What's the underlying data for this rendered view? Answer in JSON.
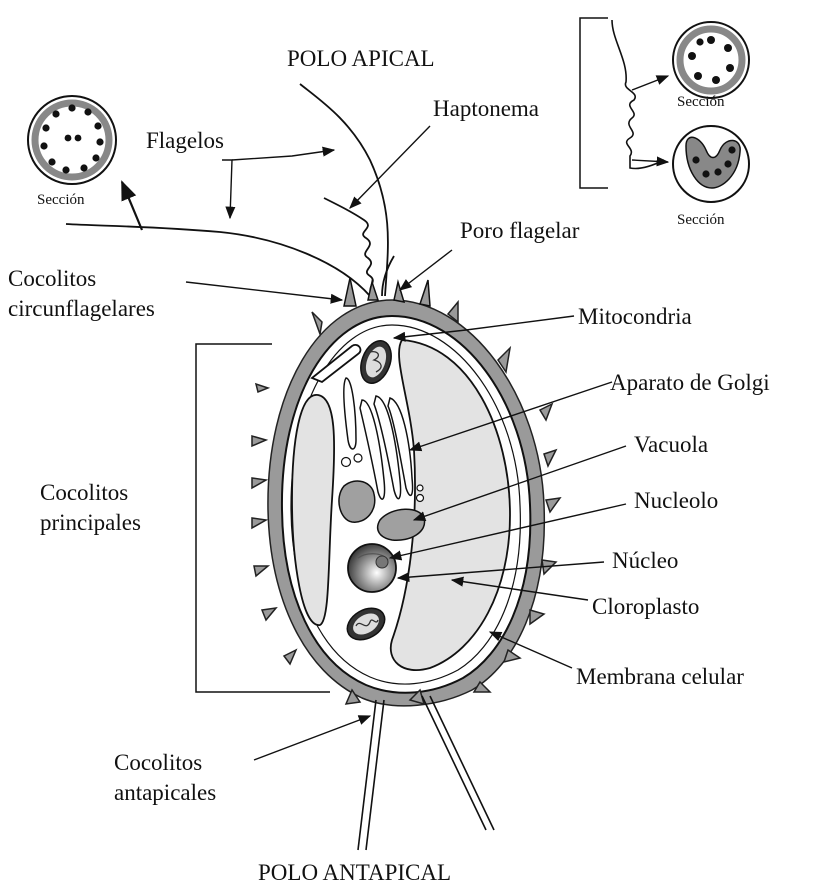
{
  "labels": {
    "polo_apical": "POLO APICAL",
    "polo_antapical": "POLO ANTAPICAL",
    "haptonema": "Haptonema",
    "flagelos": "Flagelos",
    "poro_flagelar": "Poro flagelar",
    "cocolitos_circ_1": "Cocolitos",
    "cocolitos_circ_2": "circunflagelares",
    "mitocondria": "Mitocondria",
    "aparato_golgi": "Aparato de Golgi",
    "vacuola": "Vacuola",
    "nucleolo": "Nucleolo",
    "nucleo": "Núcleo",
    "cloroplasto": "Cloroplasto",
    "membrana": "Membrana celular",
    "cocolitos_pr_1": "Cocolitos",
    "cocolitos_pr_2": "principales",
    "cocolitos_ant_1": "Cocolitos",
    "cocolitos_ant_2": "antapicales",
    "seccion_left": "Sección",
    "seccion_top": "Sección",
    "seccion_bottom": "Sección"
  },
  "colors": {
    "ink": "#111111",
    "coccolith_gray": "#9a9a9a",
    "chloroplast_fill": "#e3e3e3",
    "organelle_fill": "#a0a0a0"
  }
}
